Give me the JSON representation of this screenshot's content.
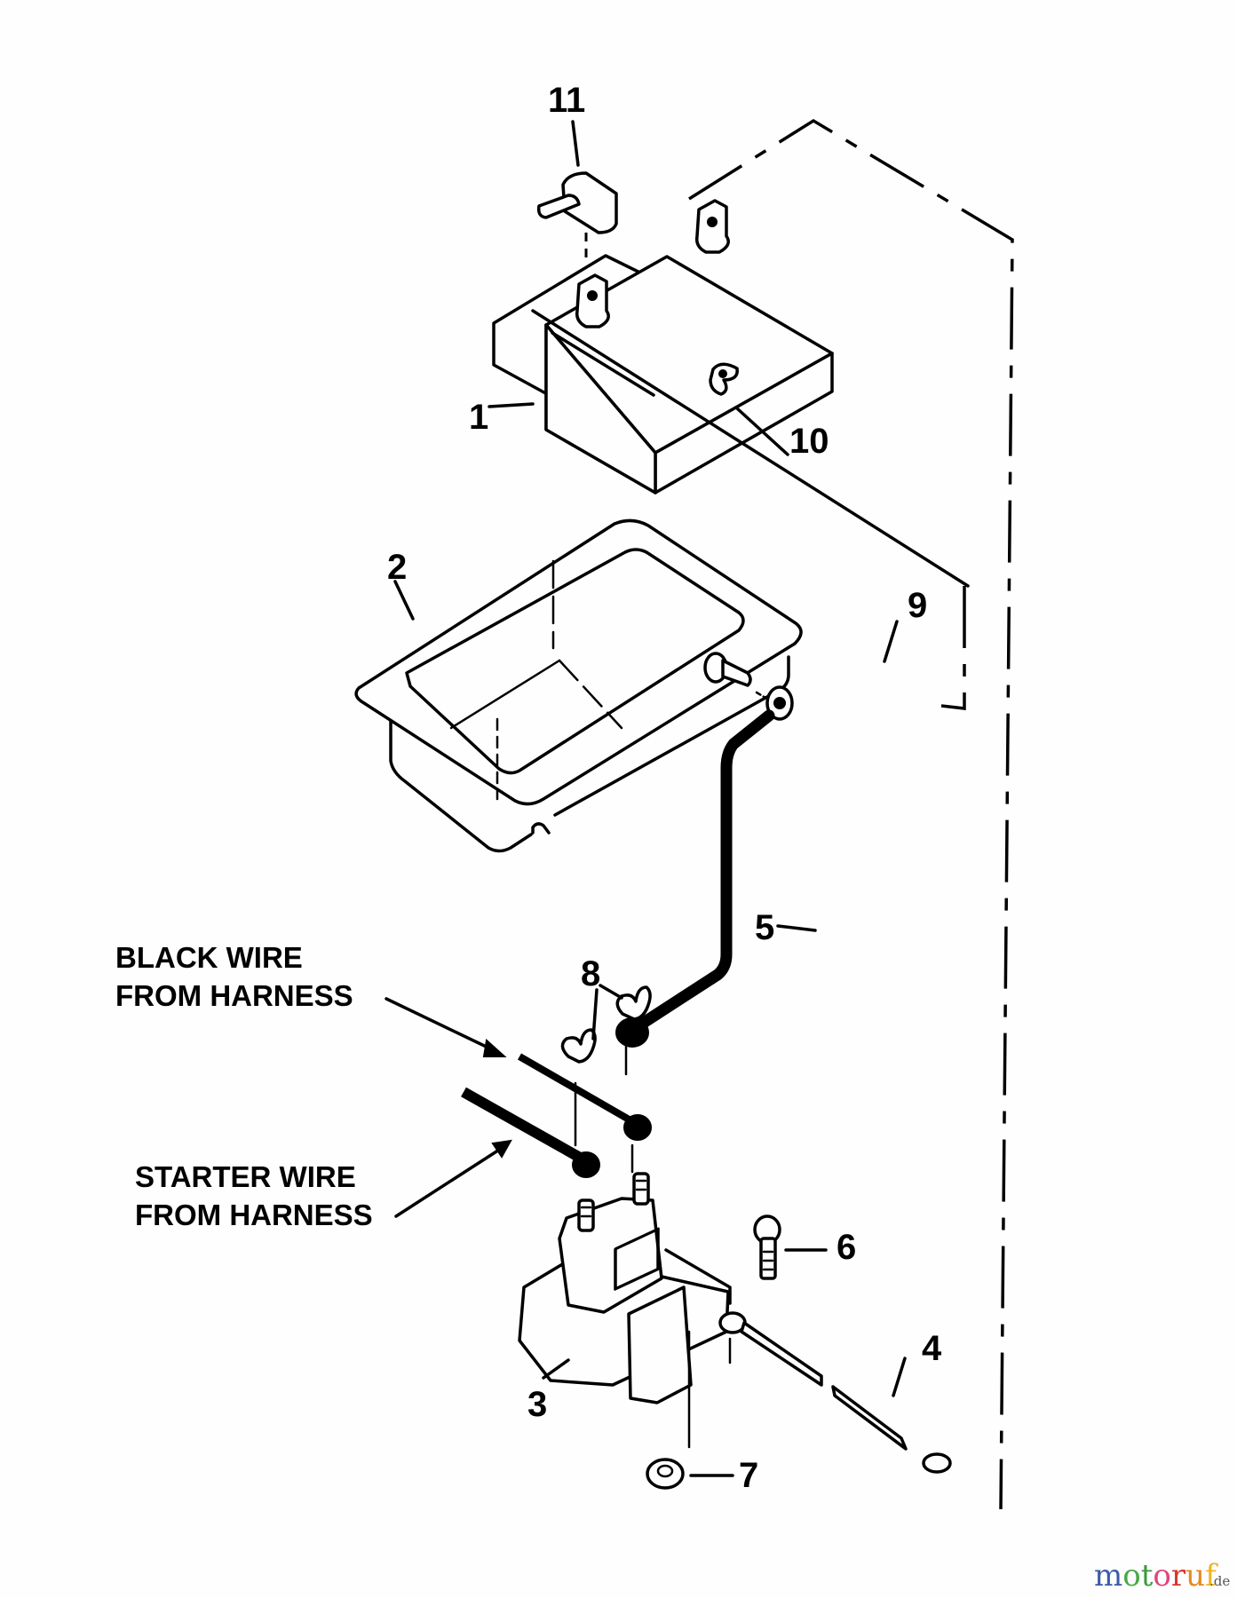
{
  "diagram": {
    "title": "Battery and starter solenoid exploded parts diagram",
    "callouts": [
      {
        "id": "1",
        "label": "1",
        "part": "battery"
      },
      {
        "id": "2",
        "label": "2",
        "part": "battery-tray"
      },
      {
        "id": "3",
        "label": "3",
        "part": "starter-solenoid"
      },
      {
        "id": "4",
        "label": "4",
        "part": "ground-cable"
      },
      {
        "id": "5",
        "label": "5",
        "part": "battery-cable"
      },
      {
        "id": "6",
        "label": "6",
        "part": "bolt"
      },
      {
        "id": "7",
        "label": "7",
        "part": "nut"
      },
      {
        "id": "8",
        "label": "8",
        "part": "wing-nuts"
      },
      {
        "id": "9",
        "label": "9",
        "part": "terminal-bolt"
      },
      {
        "id": "10",
        "label": "10",
        "part": "wing-nut"
      },
      {
        "id": "11",
        "label": "11",
        "part": "terminal-cover"
      }
    ],
    "notes": {
      "black_wire": [
        "BLACK WIRE",
        "FROM HARNESS"
      ],
      "starter_wire": [
        "STARTER WIRE",
        "FROM HARNESS"
      ]
    }
  },
  "watermark": {
    "letters": [
      "m",
      "o",
      "t",
      "o",
      "r",
      "u",
      "f"
    ],
    "colors": [
      "#3b5aa8",
      "#4aa843",
      "#3c9a3e",
      "#e0457b",
      "#d8352e",
      "#e58a22",
      "#f0b420"
    ],
    "suffix": ".de"
  }
}
